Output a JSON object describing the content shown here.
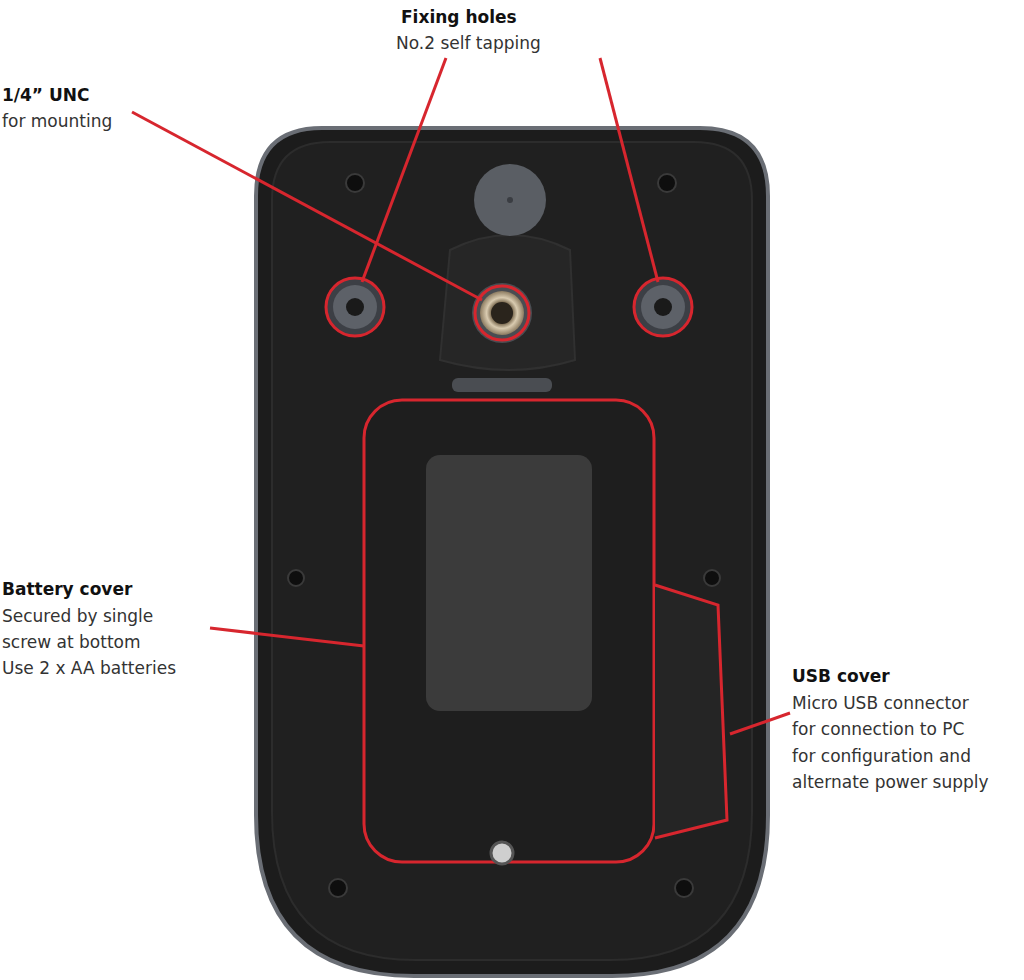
{
  "diagram": {
    "labels": [
      "Fixing holes",
      "No.2 self tapping",
      "1/4” UNC",
      "for mounting",
      "Battery cover",
      "Secured by single",
      "screw at bottom",
      "Use 2 x AA batteries",
      "USB cover",
      "Micro USB connector",
      "for connection to PC",
      "for configuration and",
      "alternate power supply"
    ]
  }
}
